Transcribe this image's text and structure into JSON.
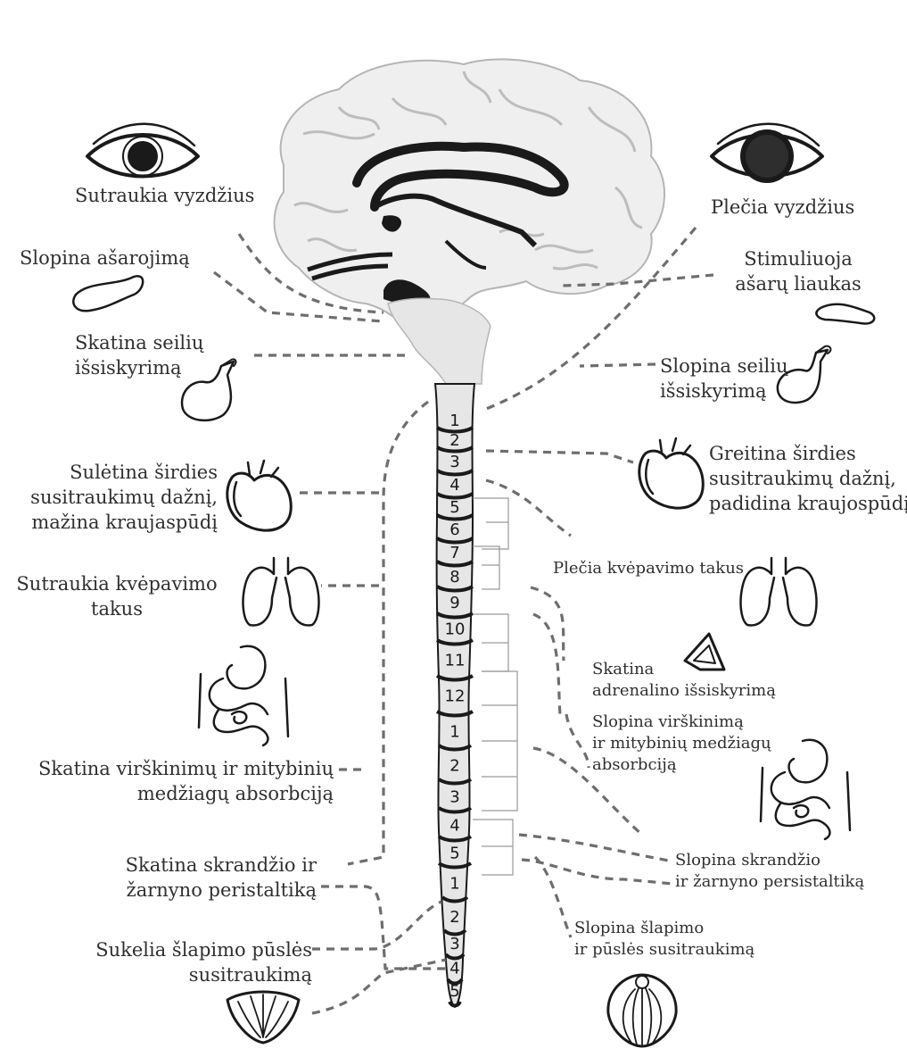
{
  "labels": {
    "left": {
      "pupil": "Sutraukia vyzdžius",
      "tears": "Slopina ašarojimą",
      "saliva": [
        "Skatina seilių",
        "išsiskyrimą"
      ],
      "heart": [
        "Sulėtina širdies",
        "susitraukimų dažnį,",
        "mažina kraujaspūdį"
      ],
      "airways": [
        "Sutraukia kvėpavimo",
        "takus"
      ],
      "digestion": [
        "Skatina virškinimų ir mitybinių",
        "medžiagų absorbciją"
      ],
      "peristalsis": [
        "Skatina skrandžio ir",
        "žarnyno peristaltiką"
      ],
      "bladder": [
        "Sukelia šlapimo pūslės",
        "susitraukimą"
      ]
    },
    "right": {
      "pupil": "Plečia vyzdžius",
      "tears": [
        "Stimuliuoja",
        "ašarų liaukas"
      ],
      "saliva": [
        "Slopina seilių",
        "išsiskyrimą"
      ],
      "heart": [
        "Greitina širdies",
        "susitraukimų dažnį,",
        "padidina kraujospūdį"
      ],
      "airways": "Plečia kvėpavimo takus",
      "adrenaline": [
        "Skatina",
        "adrenalino išsiskyrimą"
      ],
      "digestion": [
        "Slopina virškinimą",
        "ir mitybinių medžiagų",
        "absorbciją"
      ],
      "peristalsis": [
        "Slopina skrandžio",
        "ir žarnyno persistaltiką"
      ],
      "bladder": [
        "Slopina šlapimo",
        "ir pūslės  susitraukimą"
      ]
    }
  },
  "segments": [
    "1",
    "2",
    "3",
    "4",
    "5",
    "6",
    "7",
    "8",
    "9",
    "10",
    "11",
    "12",
    "1",
    "2",
    "3",
    "4",
    "5",
    "1",
    "2",
    "3",
    "4",
    "5"
  ],
  "icons": [
    "eye-icon",
    "tear-gland-icon",
    "salivary-gland-icon",
    "heart-icon",
    "lungs-icon",
    "adrenal-gland-icon",
    "digestive-tract-icon",
    "bladder-icon",
    "brain-icon",
    "spinal-cord-icon"
  ],
  "colors": {
    "ink": "#1a1a1a",
    "dash": "#6e6e6e",
    "cord": "#e6e6e6",
    "brain": "#efefef"
  }
}
